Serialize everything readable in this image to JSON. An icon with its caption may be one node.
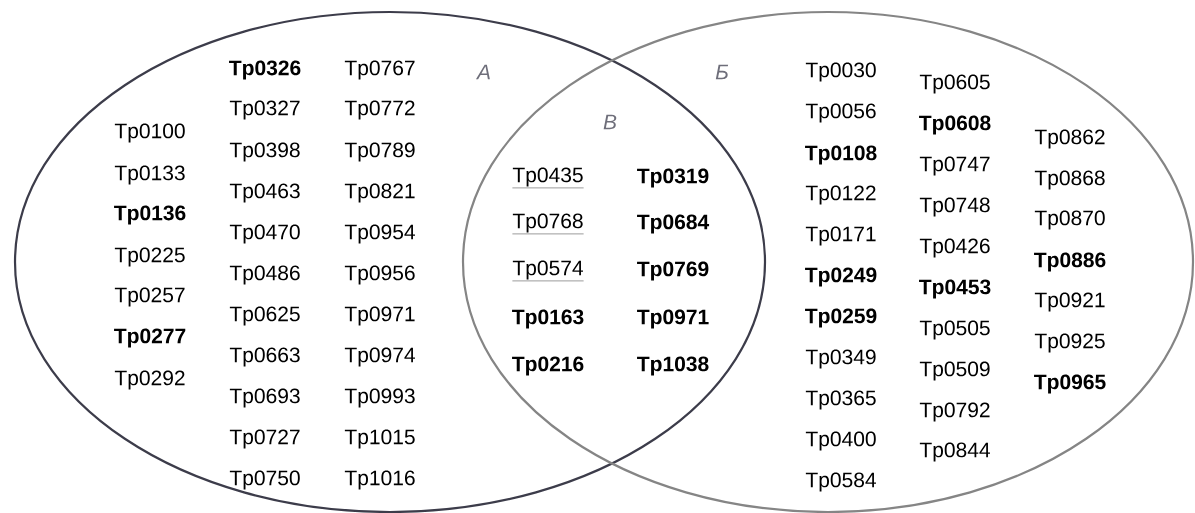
{
  "diagram": {
    "nodes": [
      {
        "text": [
          "А"
        ]
      },
      {
        "text": [
          "Б"
        ]
      }
    ],
    "labels": [
      "В",
      "Tp0100",
      "Tp0133",
      "Tp0136",
      "Tp0225",
      "Tp0257",
      "Tp0277",
      "Tp0292",
      "Tp0326",
      "Tp0327",
      "Tp0398",
      "Tp0463",
      "Tp0470",
      "Tp0486",
      "Tp0625",
      "Tp0663",
      "Tp0693",
      "Tp0727",
      "Tp0750",
      "Tp0767",
      "Tp0772",
      "Tp0789",
      "Tp0821",
      "Tp0954",
      "Tp0956",
      "Tp0971",
      "Tp0974",
      "Tp0993",
      "Tp1015",
      "Tp1016",
      "Tp0435",
      "Tp0768",
      "Tp0574",
      "Tp0163",
      "Tp0216",
      "Tp0319",
      "Tp0684",
      "Tp0769",
      "Tp0971",
      "Tp1038",
      "Tp0030",
      "Tp0056",
      "Tp0108",
      "Tp0122",
      "Tp0171",
      "Tp0249",
      "Tp0259",
      "Tp0349",
      "Tp0365",
      "Tp0400",
      "Tp0584",
      "Tp0605",
      "Tp0608",
      "Tp0747",
      "Tp0748",
      "Tp0426",
      "Tp0453",
      "Tp0505",
      "Tp0509",
      "Tp0792",
      "Tp0844",
      "Tp0862",
      "Tp0868",
      "Tp0870",
      "Tp0886",
      "Tp0921",
      "Tp0925",
      "Tp0965"
    ]
  }
}
